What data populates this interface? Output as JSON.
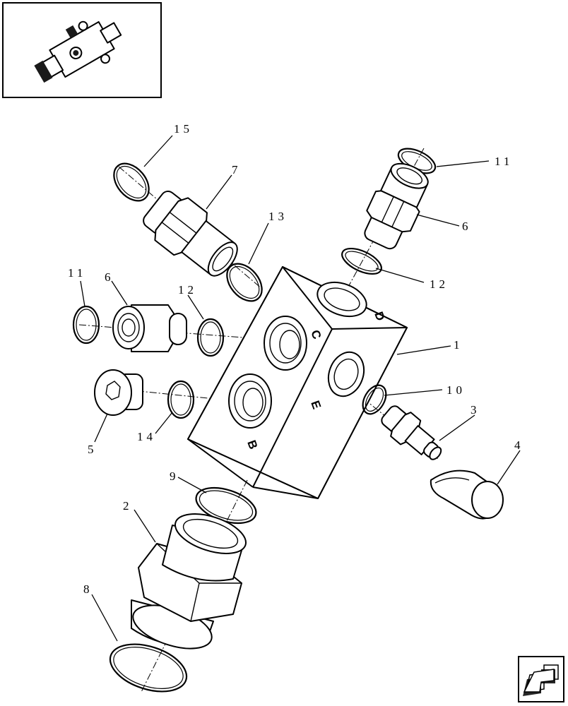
{
  "diagram": {
    "callouts": {
      "c1": "1",
      "c2": "2",
      "c3": "3",
      "c4": "4",
      "c5": "5",
      "c6_left": "6",
      "c6_right": "6",
      "c7": "7",
      "c8": "8",
      "c9": "9",
      "c10": "10",
      "c11_left": "11",
      "c11_right": "11",
      "c12_left": "12",
      "c12_right": "12",
      "c13": "13",
      "c14": "14",
      "c15": "15"
    },
    "port_labels": {
      "b": "B",
      "c": "C",
      "d": "D",
      "e": "E"
    }
  }
}
